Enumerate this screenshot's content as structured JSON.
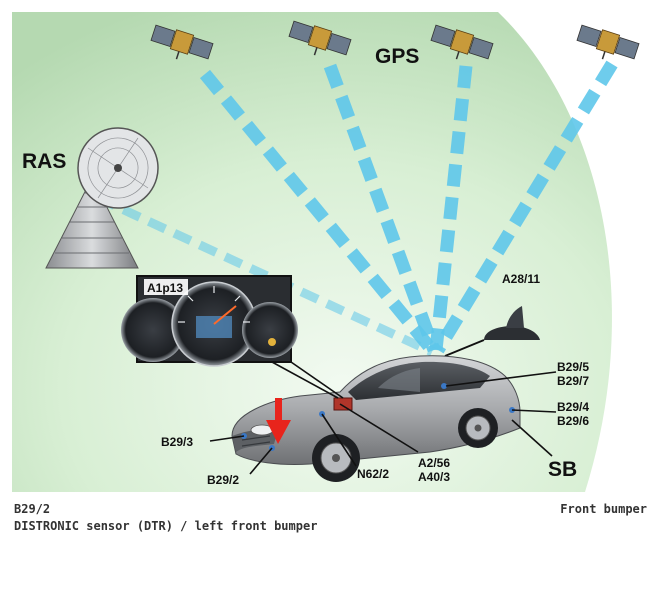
{
  "labels": {
    "ras": "RAS",
    "gps": "GPS",
    "a1p13": "A1p13",
    "a28_11": "A28/11",
    "b29_5": "B29/5",
    "b29_7": "B29/7",
    "b29_4": "B29/4",
    "b29_6": "B29/6",
    "b29_3": "B29/3",
    "b29_2": "B29/2",
    "n62_2": "N62/2",
    "a2_56": "A2/56",
    "a40_3": "A40/3",
    "sb": "SB"
  },
  "footer": {
    "component_code": "B29/2",
    "description": "DISTRONIC sensor (DTR) / left front bumper",
    "location": "Front bumper"
  },
  "colors": {
    "background_green": "#c9e6c4",
    "signal_blue": "#5ec6ea",
    "highlight_red": "#e8241c",
    "car_silver": "#a9abae"
  }
}
